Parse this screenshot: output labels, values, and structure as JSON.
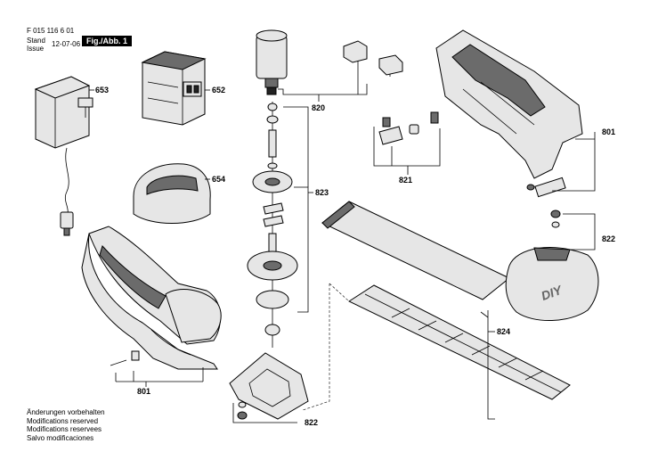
{
  "header": {
    "doc_number": "F 015 116 6 01",
    "stand_label": "Stand",
    "issue_label": "Issue",
    "date": "12-07-06",
    "figure_label": "Fig./Abb. 1"
  },
  "callouts": {
    "charger": "653",
    "battery": "652",
    "base": "654",
    "housing_left": "801",
    "housing_right": "801",
    "motor": "820",
    "switch": "821",
    "gear_train": "823",
    "guard_top": "822",
    "guard_bottom": "822",
    "blade": "824"
  },
  "notes": [
    "Änderungen vorbehalten",
    "Modifications reserved",
    "Modifications reservees",
    "Salvo modificaciones"
  ],
  "logo_text": "DIY"
}
